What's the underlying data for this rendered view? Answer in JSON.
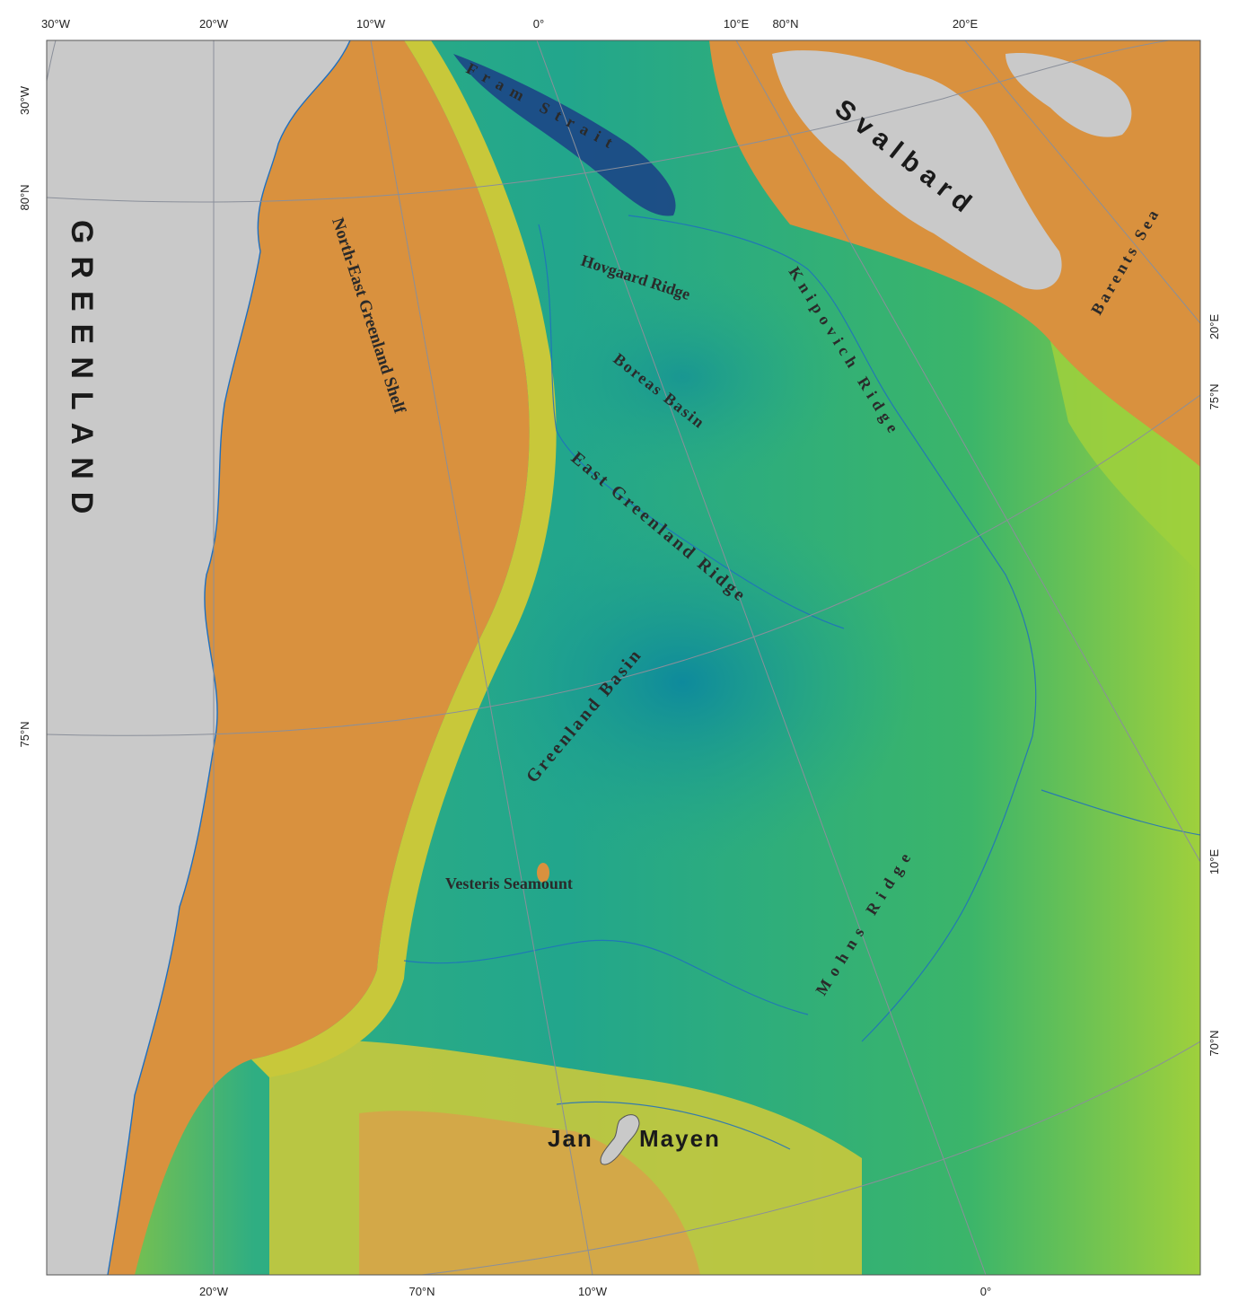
{
  "map": {
    "colors": {
      "land": "#c9c9c9",
      "shelf": "#d9913e",
      "slope": "#c9c93c",
      "deep": "#2fae82",
      "abyss": "#0f8f9a",
      "trench": "#1b3f86",
      "contour": "#1f6fbf",
      "grid": "#8a8f9a"
    },
    "top_ticks": [
      "30°W",
      "20°W",
      "10°W",
      "0°",
      "10°E",
      "80°N",
      "20°E"
    ],
    "bottom_ticks": [
      "20°W",
      "70°N",
      "10°W",
      "0°"
    ],
    "left_ticks": [
      "30°W",
      "80°N",
      "75°N"
    ],
    "right_ticks": [
      "20°E",
      "75°N",
      "10°E",
      "70°N"
    ],
    "land_labels": {
      "greenland": "GREENLAND",
      "svalbard": "Svalbard",
      "jan": "Jan",
      "mayen": "Mayen"
    },
    "features": {
      "fram": "Fram Strait",
      "ne_shelf": "North-East Greenland Shelf",
      "hovgaard": "Hovgaard Ridge",
      "boreas": "Boreas Basin",
      "knipovich": "Knipovich Ridge",
      "barents": "Barents Sea",
      "eg_ridge": "East Greenland Ridge",
      "gr_basin": "Greenland Basin",
      "vesteris": "Vesteris Seamount",
      "mohns": "Mohns Ridge"
    }
  }
}
